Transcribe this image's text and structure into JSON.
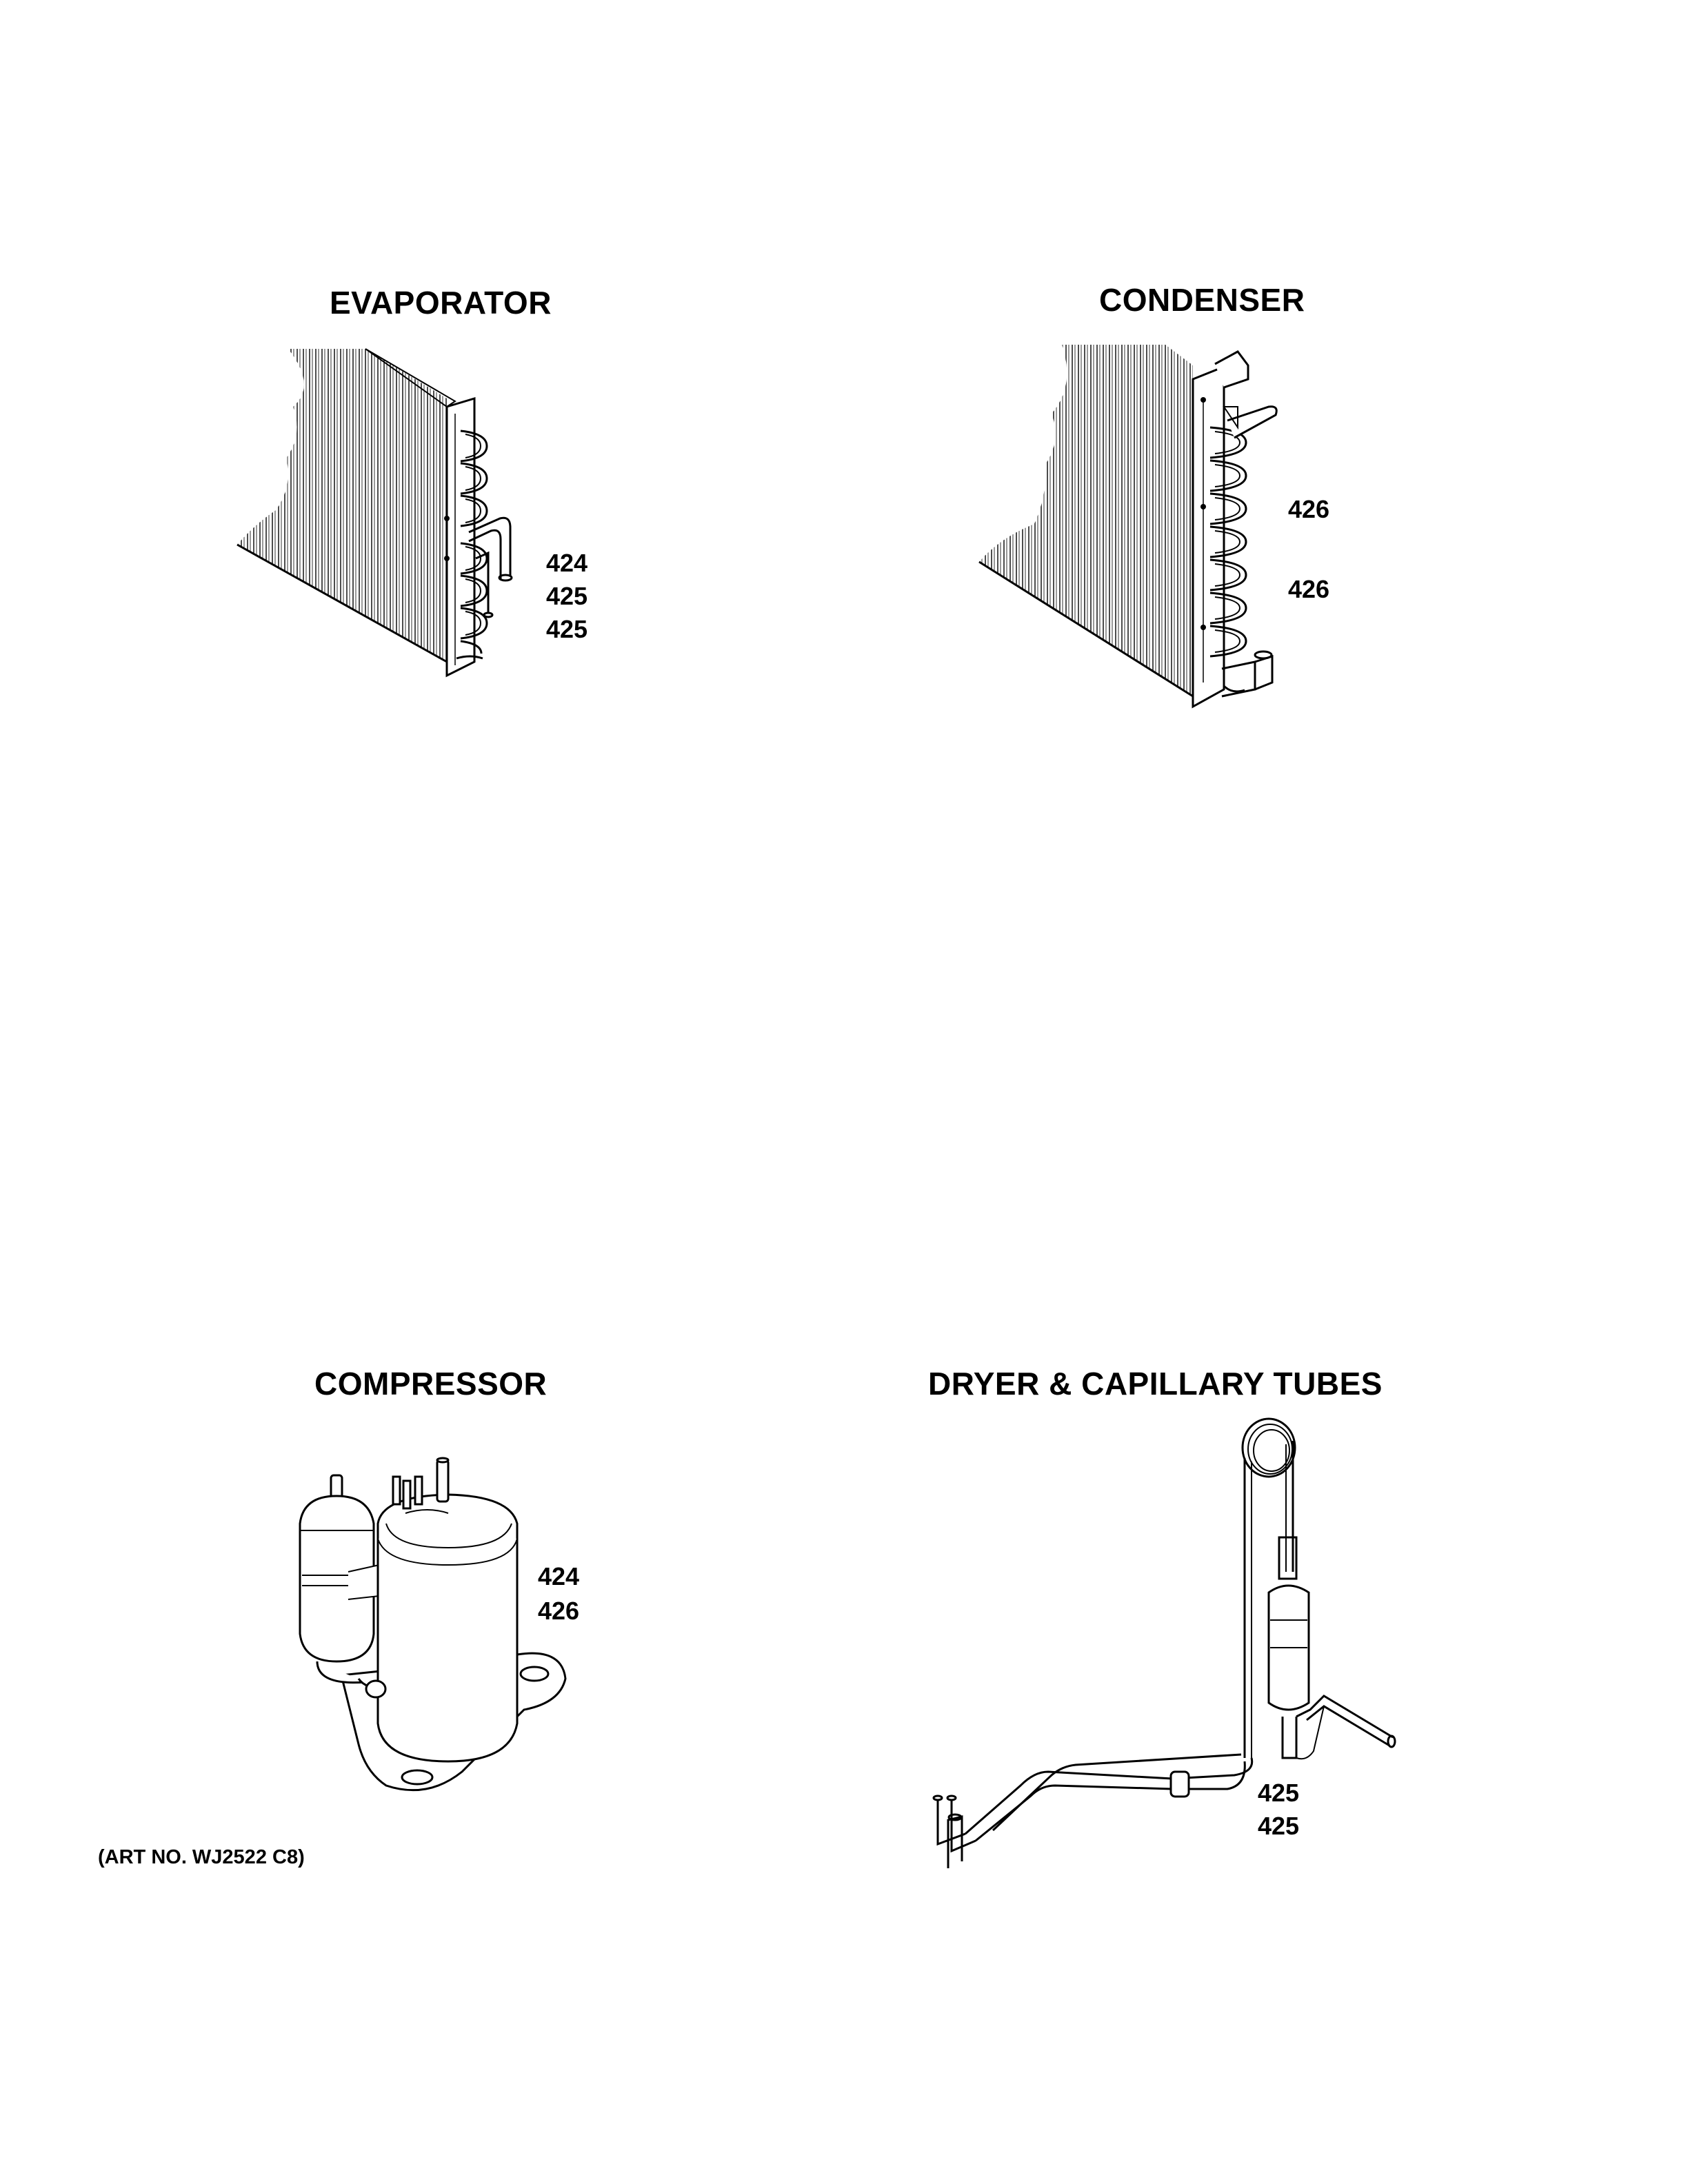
{
  "sections": {
    "evaporator": {
      "title": "EVAPORATOR",
      "labels": [
        "424",
        "425",
        "425"
      ]
    },
    "condenser": {
      "title": "CONDENSER",
      "labels": [
        "426",
        "426"
      ]
    },
    "compressor": {
      "title": "COMPRESSOR",
      "labels": [
        "424",
        "426"
      ]
    },
    "dryer": {
      "title": "DRYER & CAPILLARY TUBES",
      "labels": [
        "425",
        "425"
      ]
    }
  },
  "footer": {
    "art_number": "(ART NO. WJ2522 C8)"
  }
}
